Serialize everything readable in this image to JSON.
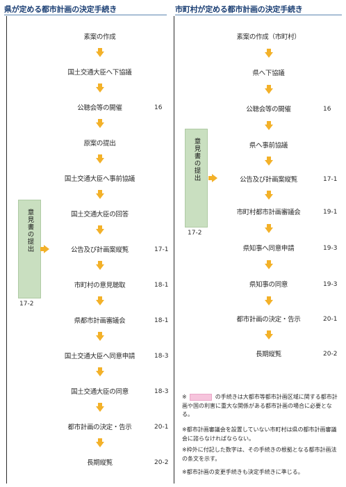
{
  "left": {
    "title": "県が定める都市計画の決定手続き",
    "steps": [
      {
        "label": "素案の作成",
        "style": "green",
        "num": ""
      },
      {
        "label": "国土交通大臣へ下協議",
        "style": "pink",
        "num": ""
      },
      {
        "label": "公聴会等の開催",
        "style": "green",
        "num": "16"
      },
      {
        "label": "原案の提出",
        "style": "green",
        "num": ""
      },
      {
        "label": "国土交通大臣へ事前協議",
        "style": "pink",
        "num": ""
      },
      {
        "label": "国土交通大臣の回答",
        "style": "pink",
        "num": ""
      },
      {
        "label": "公告及び計画案縦覧",
        "style": "green",
        "num": "17-1"
      },
      {
        "label": "市町村の意見聴取",
        "style": "green",
        "num": "18-1"
      },
      {
        "label": "県都市計画審議会",
        "style": "green",
        "num": "18-1"
      },
      {
        "label": "国土交通大臣へ同意申請",
        "style": "pink",
        "num": "18-3"
      },
      {
        "label": "国土交通大臣の同意",
        "style": "pink",
        "num": "18-3"
      },
      {
        "label": "都市計画の決定・告示",
        "style": "green",
        "num": "20-1"
      },
      {
        "label": "長期縦覧",
        "style": "green",
        "num": "20-2"
      }
    ],
    "opinion_label": "意見書の提出",
    "opinion_num": "17-2"
  },
  "right": {
    "title": "市町村が定める都市計画の決定手続き",
    "steps": [
      {
        "label": "素案の作成（市町村）",
        "style": "green",
        "num": ""
      },
      {
        "label": "県へ下協議",
        "style": "green",
        "num": ""
      },
      {
        "label": "公聴会等の開催",
        "style": "green",
        "num": "16"
      },
      {
        "label": "県へ事前協議",
        "style": "green",
        "num": ""
      },
      {
        "label": "公告及び計画案縦覧",
        "style": "green",
        "num": "17-1"
      },
      {
        "label": "市町村都市計画審議会",
        "style": "green",
        "num": "19-1"
      },
      {
        "label": "県知事へ同意申請",
        "style": "green",
        "num": "19-3"
      },
      {
        "label": "県知事の同意",
        "style": "green",
        "num": "19-3"
      },
      {
        "label": "都市計画の決定・告示",
        "style": "green",
        "num": "20-1"
      },
      {
        "label": "長期縦覧",
        "style": "green",
        "num": "20-2"
      }
    ],
    "opinion_label": "意見書の提出",
    "opinion_num": "17-2"
  },
  "notes": {
    "n1_prefix": "※",
    "n1_text": "の手続きは大都市等都市計画区域に関する都市計画や国の利害に重大な関係がある都市計画の場合に必要となる。",
    "n2": "※都市計画審議会を設置していない市町村は県の都市計画審議会に諮らなければならない。",
    "n3": "※枠外に付記した数字は、その手続きの根拠となる都市計画法の条文を示す。",
    "n4": "※都市計画の変更手続きも決定手続きに準じる。"
  },
  "colors": {
    "green": "#c9dfc0",
    "pink": "#f6c4dc",
    "arrow": "#f3b129",
    "title": "#1a3e73"
  }
}
